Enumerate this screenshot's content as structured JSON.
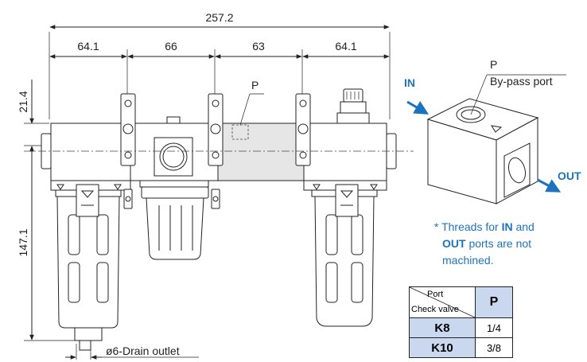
{
  "dimensions": {
    "overall": "257.2",
    "seg1": "64.1",
    "seg2": "66",
    "seg3": "63",
    "seg4": "64.1",
    "left_top": "21.4",
    "left_main": "147.1"
  },
  "labels": {
    "p_main": "P",
    "p_iso": "P",
    "bypass": "By-pass port",
    "in": "IN",
    "out": "OUT",
    "drain": "ø6-Drain outlet"
  },
  "note": {
    "l1_a": "* Threads for ",
    "l1_b": "IN",
    "l1_c": " and",
    "l2_a": "OUT",
    "l2_b": " ports are not",
    "l3": "machined."
  },
  "table": {
    "header_top": "Port",
    "header_bottom": "Check valve",
    "header_col": "P",
    "rows": [
      {
        "model": "K8",
        "value": "1/4"
      },
      {
        "model": "K10",
        "value": "3/8"
      }
    ]
  },
  "colors": {
    "accent_blue": "#1e73be",
    "table_fill": "#c9d8ee",
    "bypass_fill": "#e6e6e6"
  }
}
